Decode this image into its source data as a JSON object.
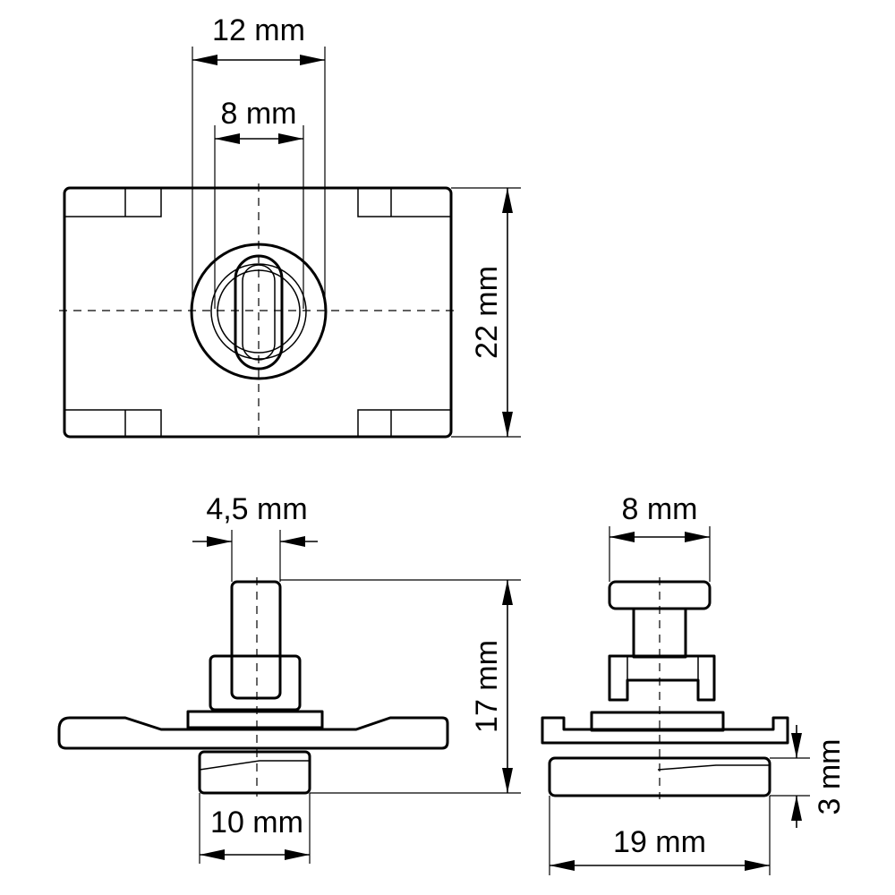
{
  "dimensions": {
    "top_width_outer": "12 mm",
    "top_width_inner": "8 mm",
    "top_height": "22 mm",
    "side_pin_width": "4,5 mm",
    "side_base_width": "10 mm",
    "side_height": "17 mm",
    "front_head_width": "8 mm",
    "front_base_width": "19 mm",
    "front_base_thickness": "3 mm"
  },
  "colors": {
    "line": "#000000",
    "background": "#ffffff"
  }
}
